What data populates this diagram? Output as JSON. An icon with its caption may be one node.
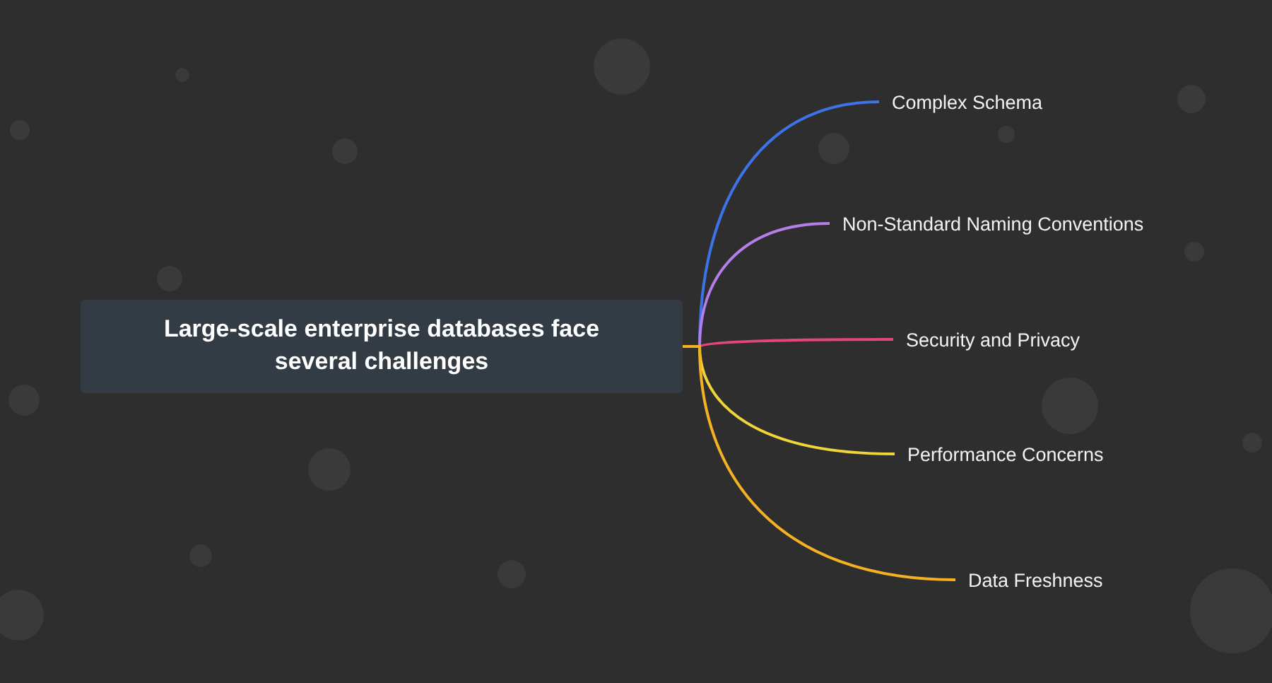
{
  "diagram": {
    "nodes": [
      {
        "text": [
          "Large-scale enterprise databases face several challenges"
        ]
      },
      {
        "text": [
          "Complex Schema"
        ]
      },
      {
        "text": [
          "Non-Standard Naming Conventions"
        ]
      },
      {
        "text": [
          "Security and Privacy"
        ]
      },
      {
        "text": [
          "Performance Concerns"
        ]
      },
      {
        "text": [
          "Data Freshness"
        ]
      }
    ],
    "edges": [
      {
        "from": 0,
        "to": 1,
        "arrow": "none",
        "color": "#3d72e8"
      },
      {
        "from": 0,
        "to": 2,
        "arrow": "none",
        "color": "#b57ee8"
      },
      {
        "from": 0,
        "to": 3,
        "arrow": "none",
        "color": "#e2467c"
      },
      {
        "from": 0,
        "to": 4,
        "arrow": "none",
        "color": "#f0d53a"
      },
      {
        "from": 0,
        "to": 5,
        "arrow": "none",
        "color": "#f4b223"
      }
    ]
  }
}
